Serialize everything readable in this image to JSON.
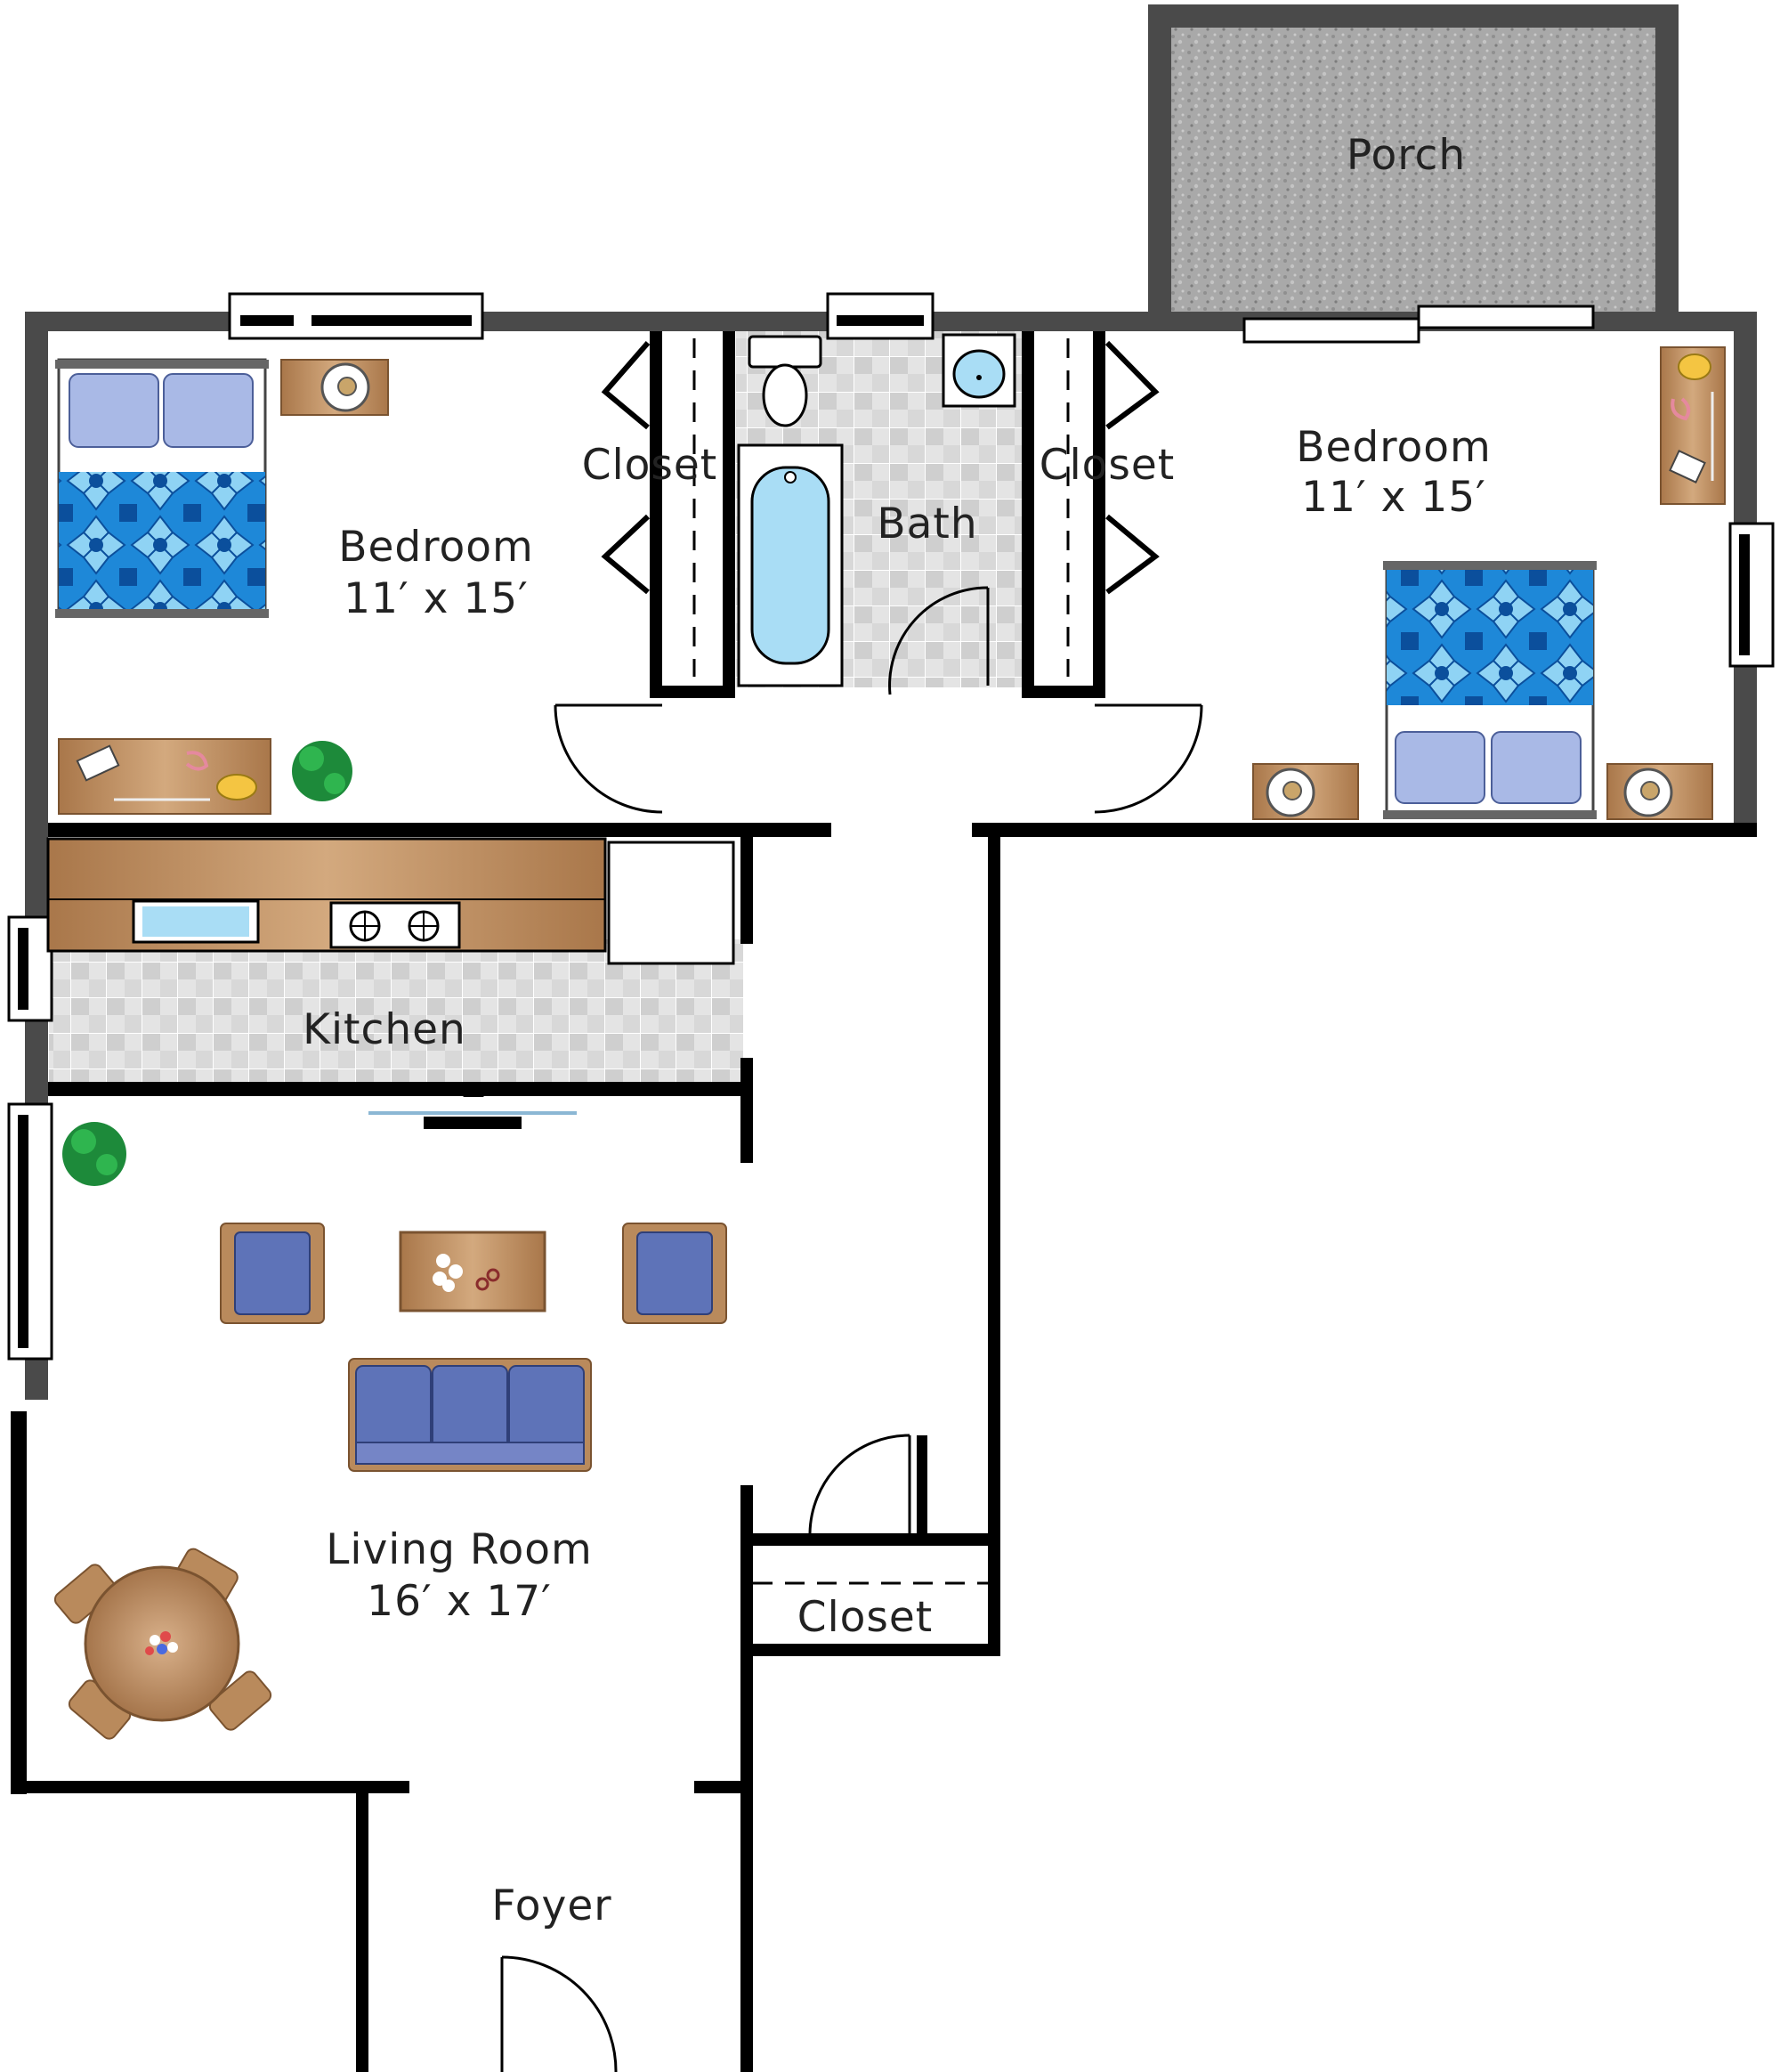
{
  "rooms": {
    "porch": {
      "name": "Porch"
    },
    "bedroom_left": {
      "name": "Bedroom",
      "size": "11′ x 15′"
    },
    "bedroom_right": {
      "name": "Bedroom",
      "size": "11′ x 15′"
    },
    "closet_left": {
      "name": "Closet"
    },
    "closet_right": {
      "name": "Closet"
    },
    "bath": {
      "name": "Bath"
    },
    "kitchen": {
      "name": "Kitchen"
    },
    "living_room": {
      "name": "Living Room",
      "size": "16′ x 17′"
    },
    "closet_hall": {
      "name": "Closet"
    },
    "foyer": {
      "name": "Foyer"
    }
  },
  "colors": {
    "wall": "#000000",
    "porch_fill": "#a7a7a7",
    "tile": "#d9d9d9",
    "wood": "#b98a5c",
    "bed_pattern": "#1e88d8",
    "tub_water": "#a9ddf5"
  }
}
